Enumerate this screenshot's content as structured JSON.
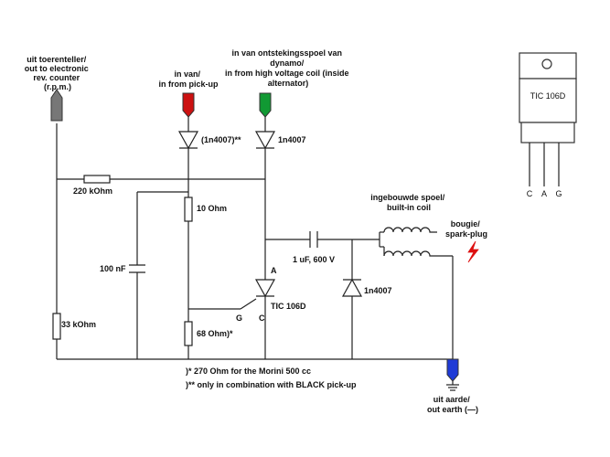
{
  "labels": {
    "rev_counter": [
      "uit toerenteller/",
      "out to electronic",
      "rev. counter",
      "(r.p.m.)"
    ],
    "pickup": [
      "in van/",
      "in from pick-up"
    ],
    "hv_coil": [
      "in van ontstekingsspoel van",
      "dynamo/",
      "in from high voltage coil (inside",
      "alternator)"
    ],
    "diode_pickup": "(1n4007)**",
    "diode_coil": "1n4007",
    "diode_shunt": "1n4007",
    "r_220k": "220 kOhm",
    "r_10": "10 Ohm",
    "r_68": "68 Ohm)*",
    "r_33k": "33 kOhm",
    "c_100n": "100 nF",
    "c_1u": "1 uF, 600 V",
    "builtin_coil": [
      "ingebouwde spoel/",
      "built-in coil"
    ],
    "spark_plug": [
      "bougie/",
      "spark-plug"
    ],
    "thyristor": "TIC 106D",
    "pin_a": "A",
    "pin_g": "G",
    "pin_c": "C",
    "earth": [
      "uit aarde/",
      "out earth (—)"
    ],
    "note1": ")* 270 Ohm for the Morini 500 cc",
    "note2": ")** only in combination with BLACK pick-up"
  },
  "package": {
    "name": "TIC 106D",
    "pins": [
      "C",
      "A",
      "G"
    ]
  },
  "colors": {
    "wire": "#222222",
    "rev_counter_terminal": "#777777",
    "pickup_terminal": "#cc1111",
    "hv_terminal": "#119933",
    "earth_terminal": "#1f3bd6",
    "spark": "#dd1111"
  },
  "icons": {
    "spark": "lightning-spark-icon",
    "earth": "ground-symbol-icon"
  }
}
